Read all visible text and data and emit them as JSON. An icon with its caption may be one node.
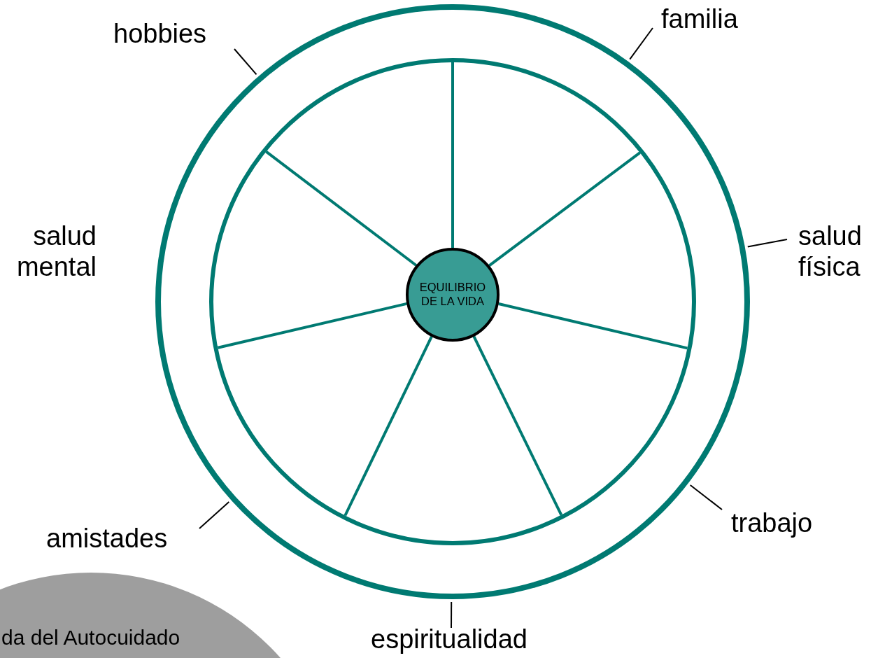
{
  "diagram": {
    "nodes": [
      {
        "text": [],
        "shape": "circle"
      },
      {
        "text": [],
        "shape": "circle",
        "in": 0
      },
      {
        "text": [
          "EQUILIBRIO DE LA VIDA"
        ],
        "in": 1
      },
      {
        "text": [
          "hobbies"
        ]
      },
      {
        "text": [
          "familia"
        ]
      },
      {
        "text": [
          "salud física"
        ]
      },
      {
        "text": [
          "trabajo"
        ]
      },
      {
        "text": [
          "espiritualidad"
        ]
      },
      {
        "text": [
          "amistades"
        ]
      },
      {
        "text": [
          "da del Autocuidado"
        ]
      }
    ],
    "edges": [
      {
        "from": 2,
        "to": 1,
        "arrow": "none"
      },
      {
        "from": 2,
        "to": 1,
        "arrow": "none"
      },
      {
        "from": 2,
        "to": 1,
        "arrow": "none"
      },
      {
        "from": 2,
        "to": 1,
        "arrow": "none"
      },
      {
        "from": 2,
        "to": 1,
        "arrow": "none"
      },
      {
        "from": 2,
        "to": 1,
        "arrow": "none"
      },
      {
        "from": 2,
        "to": 1,
        "arrow": "none"
      },
      {
        "from": 3,
        "to": 0,
        "arrow": "none",
        "color": "#000000"
      },
      {
        "from": 4,
        "to": 0,
        "arrow": "none",
        "color": "#000000"
      },
      {
        "from": 5,
        "to": 0,
        "arrow": "none",
        "color": "#000000"
      },
      {
        "from": 6,
        "to": 0,
        "arrow": "none",
        "color": "#000000"
      },
      {
        "from": 7,
        "to": 0,
        "arrow": "none",
        "color": "#000000"
      },
      {
        "from": 8,
        "to": 0,
        "arrow": "none",
        "color": "#000000"
      }
    ],
    "labels": [
      "salud mental"
    ]
  }
}
